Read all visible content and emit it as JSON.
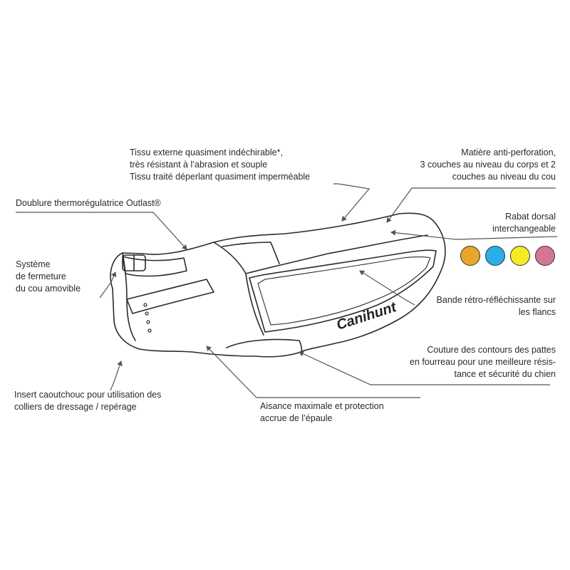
{
  "callouts": {
    "tissu_externe": {
      "lines": [
        "Tissu externe quasiment indéchirable*,",
        "très résistant à l’abrasion et souple",
        "Tissu traité déperlant quasiment imperméable"
      ]
    },
    "anti_perforation": {
      "lines": [
        "Matière anti-perforation,",
        "3 couches au niveau du corps et 2",
        "couches au niveau du cou"
      ]
    },
    "doublure": {
      "lines": [
        "Doublure thermorégulatrice Outlast®"
      ]
    },
    "rabat_dorsal": {
      "lines": [
        "Rabat dorsal",
        "interchangeable"
      ]
    },
    "systeme_fermeture": {
      "lines": [
        "Système",
        "de fermeture",
        "du cou amovible"
      ]
    },
    "bande_retro": {
      "lines": [
        "Bande rétro-réfléchissante sur",
        "les flancs"
      ]
    },
    "couture": {
      "lines": [
        "Couture des contours des pattes",
        "en fourreau pour une meilleure résis-",
        "tance et sécurité du chien"
      ]
    },
    "insert": {
      "lines": [
        "Insert caoutchouc pour utilisation des",
        "colliers de dressage / repérage"
      ]
    },
    "aisance": {
      "lines": [
        "Aisance maximale et protection",
        "accrue de l’épaule"
      ]
    }
  },
  "swatches": [
    {
      "color": "#e8a72a"
    },
    {
      "color": "#2aaee6"
    },
    {
      "color": "#f4ec25"
    },
    {
      "color": "#d67591"
    }
  ],
  "brand": {
    "logo_text": "Canihunt"
  },
  "colors": {
    "line": "#555555",
    "outline": "#2a2a2a"
  }
}
